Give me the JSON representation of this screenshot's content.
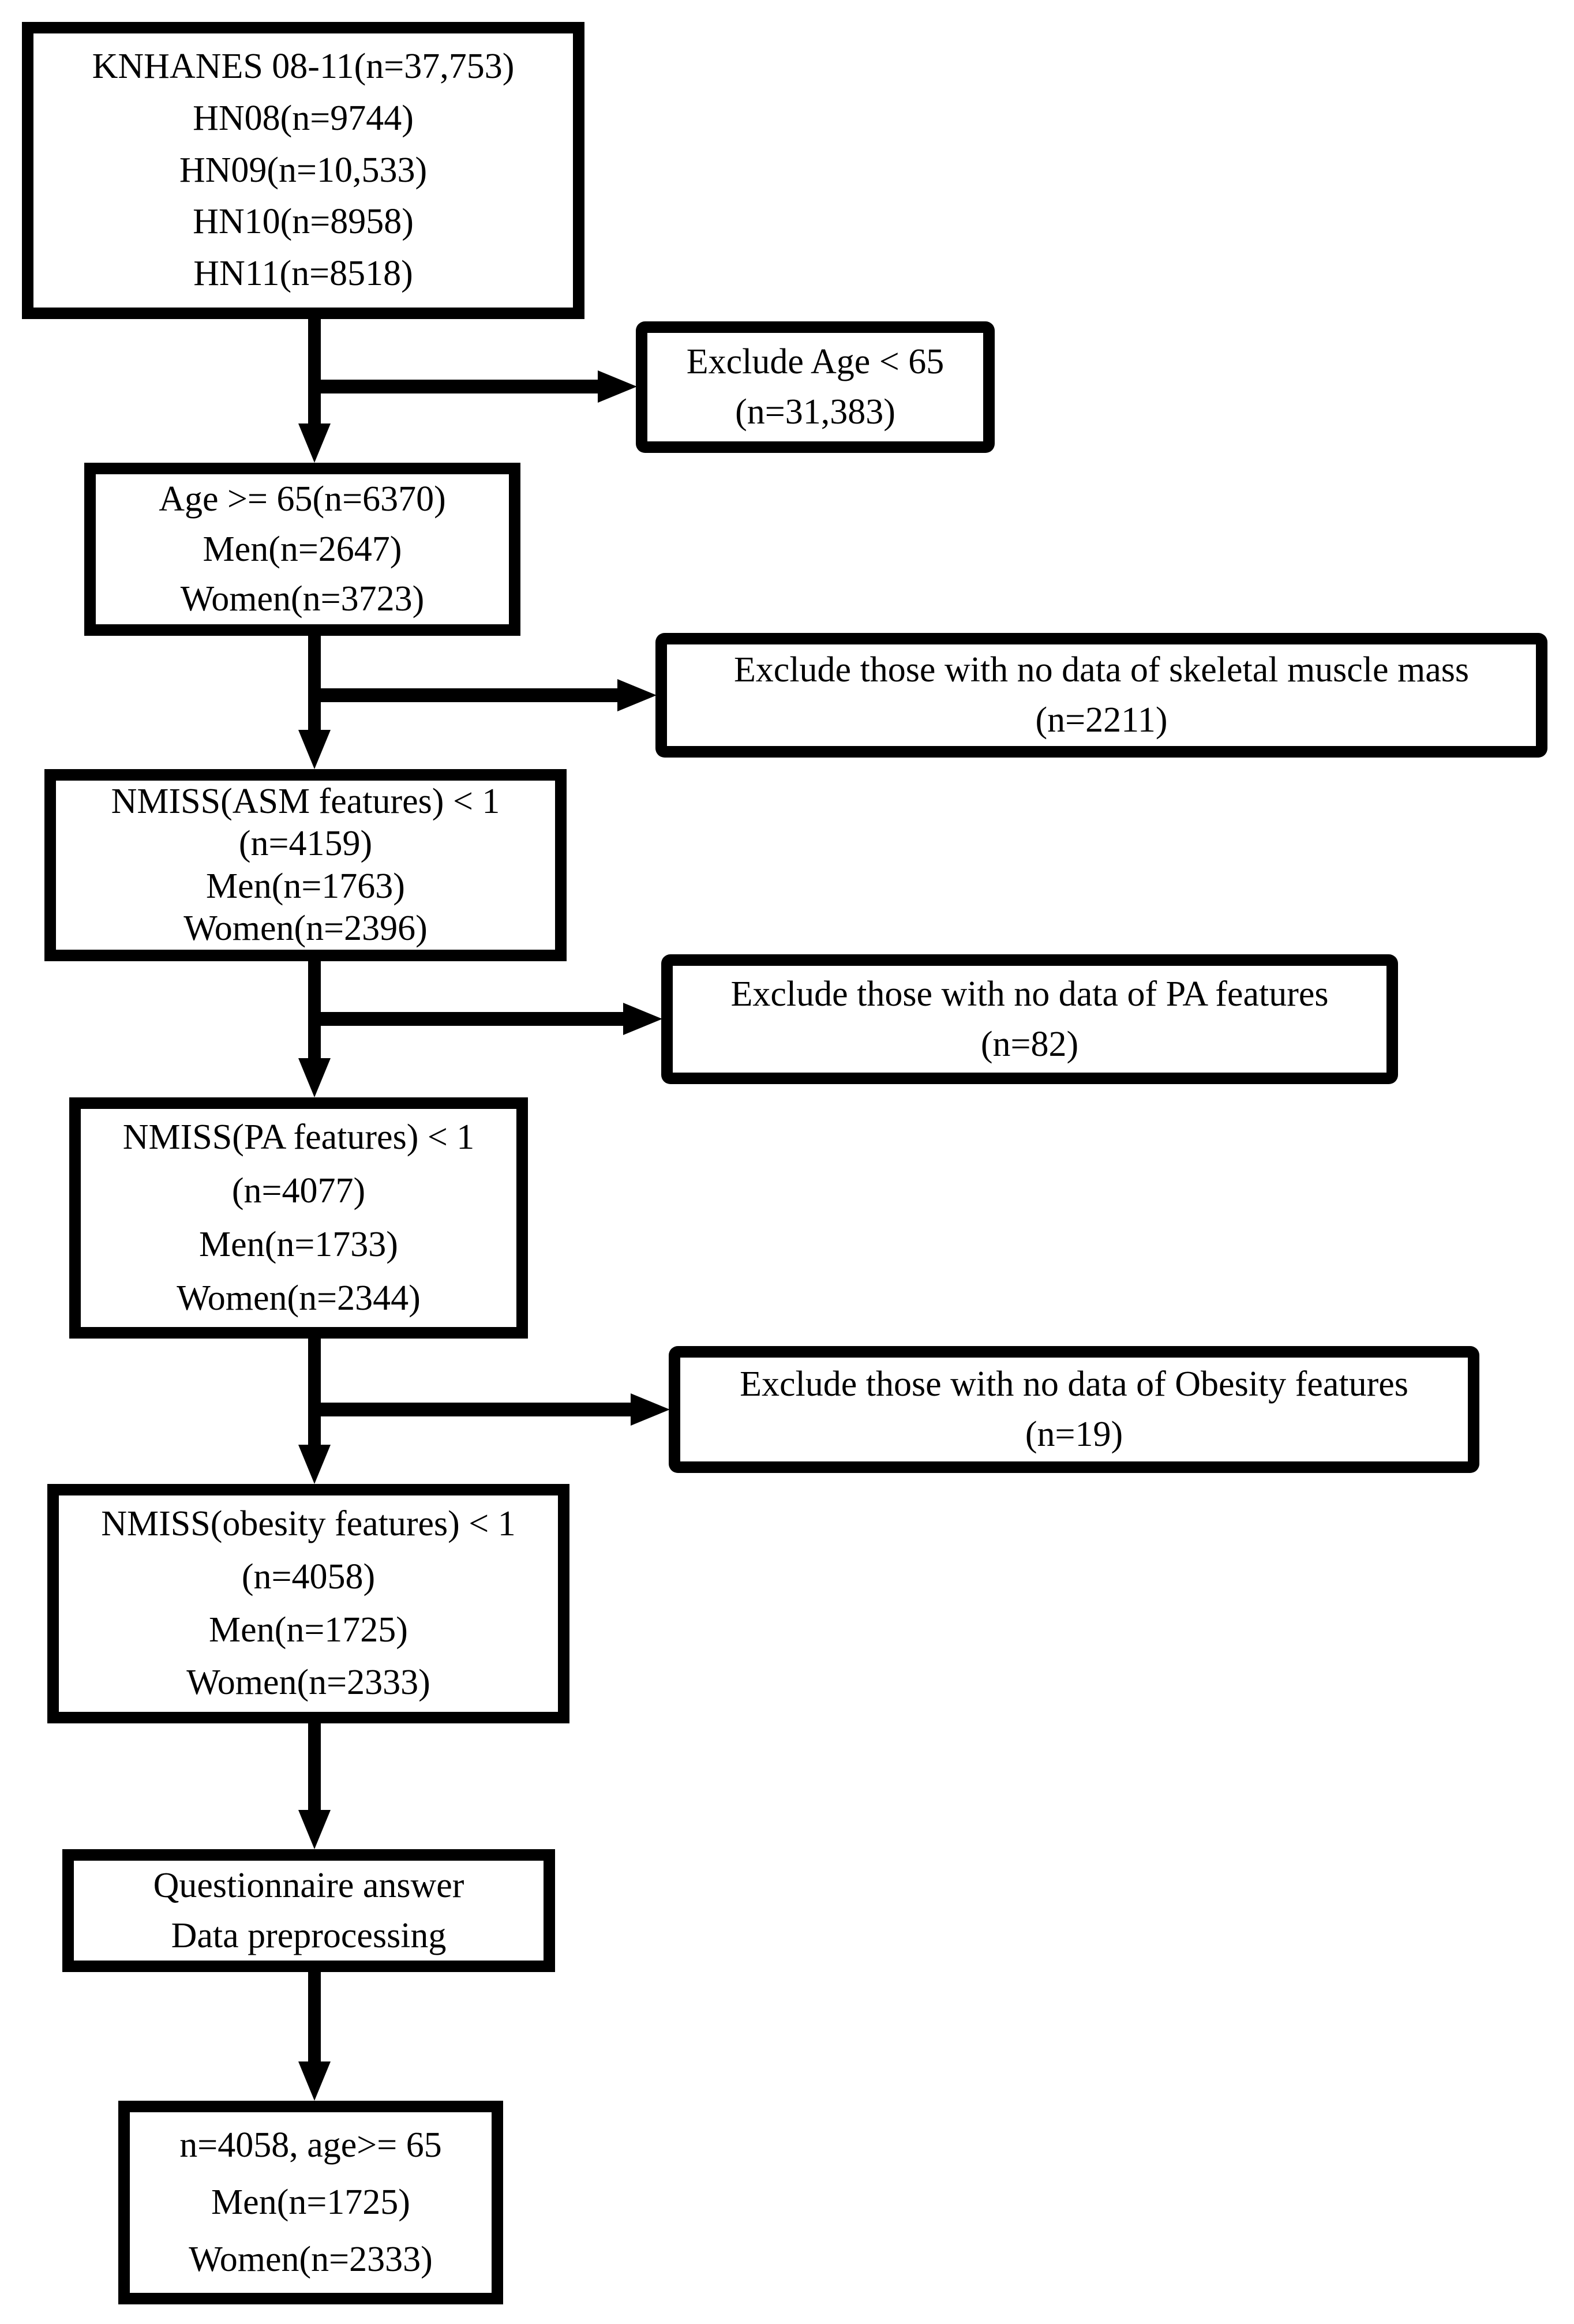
{
  "boxes": {
    "source": {
      "lines": [
        "KNHANES 08-11(n=37,753)",
        "HN08(n=9744)",
        "HN09(n=10,533)",
        "HN10(n=8958)",
        "HN11(n=8518)"
      ]
    },
    "exclude_age": {
      "lines": [
        "Exclude Age < 65",
        "(n=31,383)"
      ]
    },
    "age65": {
      "lines": [
        "Age >= 65(n=6370)",
        "Men(n=2647)",
        "Women(n=3723)"
      ]
    },
    "exclude_muscle": {
      "lines": [
        "Exclude those with no data of skeletal muscle mass",
        "(n=2211)"
      ]
    },
    "nmiss_asm": {
      "lines": [
        "NMISS(ASM features) < 1",
        "(n=4159)",
        "Men(n=1763)",
        "Women(n=2396)"
      ]
    },
    "exclude_pa": {
      "lines": [
        "Exclude those with no data of PA features",
        "(n=82)"
      ]
    },
    "nmiss_pa": {
      "lines": [
        "NMISS(PA features) < 1",
        "(n=4077)",
        "Men(n=1733)",
        "Women(n=2344)"
      ]
    },
    "exclude_obesity": {
      "lines": [
        "Exclude those with no data of Obesity features",
        "(n=19)"
      ]
    },
    "nmiss_obesity": {
      "lines": [
        "NMISS(obesity features) < 1",
        "(n=4058)",
        "Men(n=1725)",
        "Women(n=2333)"
      ]
    },
    "preprocessing": {
      "lines": [
        "Questionnaire answer",
        "Data preprocessing"
      ]
    },
    "final": {
      "lines": [
        "n=4058, age>= 65",
        "Men(n=1725)",
        "Women(n=2333)"
      ]
    }
  },
  "colors": {
    "line": "#000000",
    "background": "#ffffff"
  }
}
